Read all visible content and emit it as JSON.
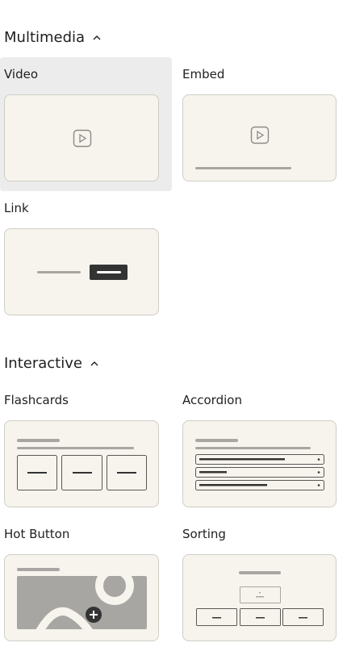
{
  "sections": [
    {
      "title": "Multimedia",
      "blocks": [
        {
          "label": "Video",
          "icon": "play-icon"
        },
        {
          "label": "Embed",
          "icon": "play-icon"
        },
        {
          "label": "Link",
          "icon": "link-button-icon"
        }
      ]
    },
    {
      "title": "Interactive",
      "blocks": [
        {
          "label": "Flashcards"
        },
        {
          "label": "Accordion"
        },
        {
          "label": "Hot Button"
        },
        {
          "label": "Sorting"
        }
      ]
    }
  ],
  "colors": {
    "card_bg": "#f7f4ee",
    "card_border": "#d0cdc7",
    "hover_bg": "#ececec",
    "line_gray": "#a8a6a3",
    "dark": "#333333"
  }
}
